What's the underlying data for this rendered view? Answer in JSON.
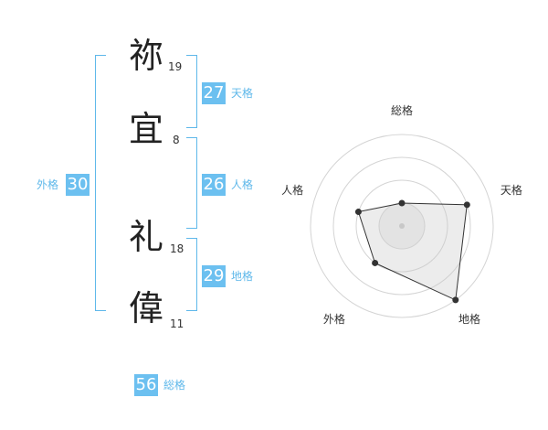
{
  "name_chars": [
    {
      "char": "祢",
      "strokes": "19"
    },
    {
      "char": "宜",
      "strokes": "8"
    },
    {
      "char": "礼",
      "strokes": "18"
    },
    {
      "char": "偉",
      "strokes": "11"
    }
  ],
  "fortunes": {
    "tenkaku": {
      "value": "27",
      "label": "天格"
    },
    "jinkaku": {
      "value": "26",
      "label": "人格"
    },
    "chikaku": {
      "value": "29",
      "label": "地格"
    },
    "gaikaku": {
      "value": "30",
      "label": "外格"
    },
    "soukaku": {
      "value": "56",
      "label": "総格"
    }
  },
  "colors": {
    "accent": "#6cc0f0",
    "bracket": "#5fb8ea",
    "text": "#222222"
  },
  "chart_data": {
    "type": "radar",
    "axes": [
      "総格",
      "天格",
      "地格",
      "外格",
      "人格"
    ],
    "levels": 4,
    "series": [
      {
        "values": [
          1,
          3,
          4,
          2,
          2
        ]
      }
    ]
  }
}
